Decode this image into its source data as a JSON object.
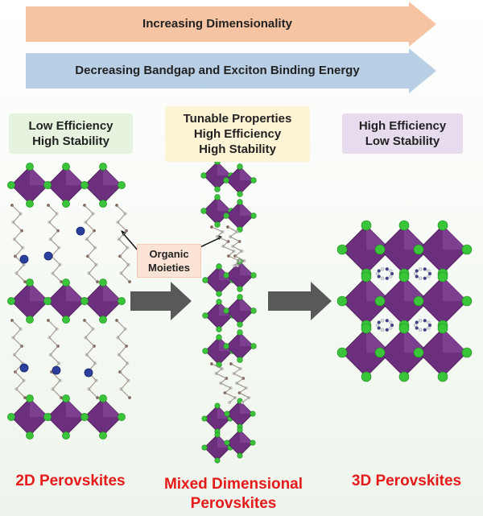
{
  "arrows": {
    "top": {
      "label": "Increasing Dimensionality",
      "color": "#f6c4a2"
    },
    "bottom": {
      "label": "Decreasing Bandgap and Exciton Binding Energy",
      "color": "#b9cfe6"
    }
  },
  "columns": {
    "left": {
      "box_lines": [
        "Low Efficiency",
        "High Stability"
      ],
      "box_color": "#e6f3df",
      "title": "2D Perovskites"
    },
    "middle": {
      "box_lines": [
        "Tunable Properties",
        "High Efficiency",
        "High Stability"
      ],
      "box_color": "#fdf4d5",
      "title_lines": [
        "Mixed Dimensional",
        "Perovskites"
      ]
    },
    "right": {
      "box_lines": [
        "High Efficiency",
        "Low Stability"
      ],
      "box_color": "#e7dcee",
      "title": "3D Perovskites"
    }
  },
  "callout": {
    "lines": [
      "Organic",
      "Moieties"
    ]
  },
  "colors": {
    "octahedron": "#6b2f7d",
    "octahedron_light": "#8c4fa0",
    "halide": "#3ac43a",
    "title_red": "#e51a1a",
    "process_arrow": "#555555"
  }
}
